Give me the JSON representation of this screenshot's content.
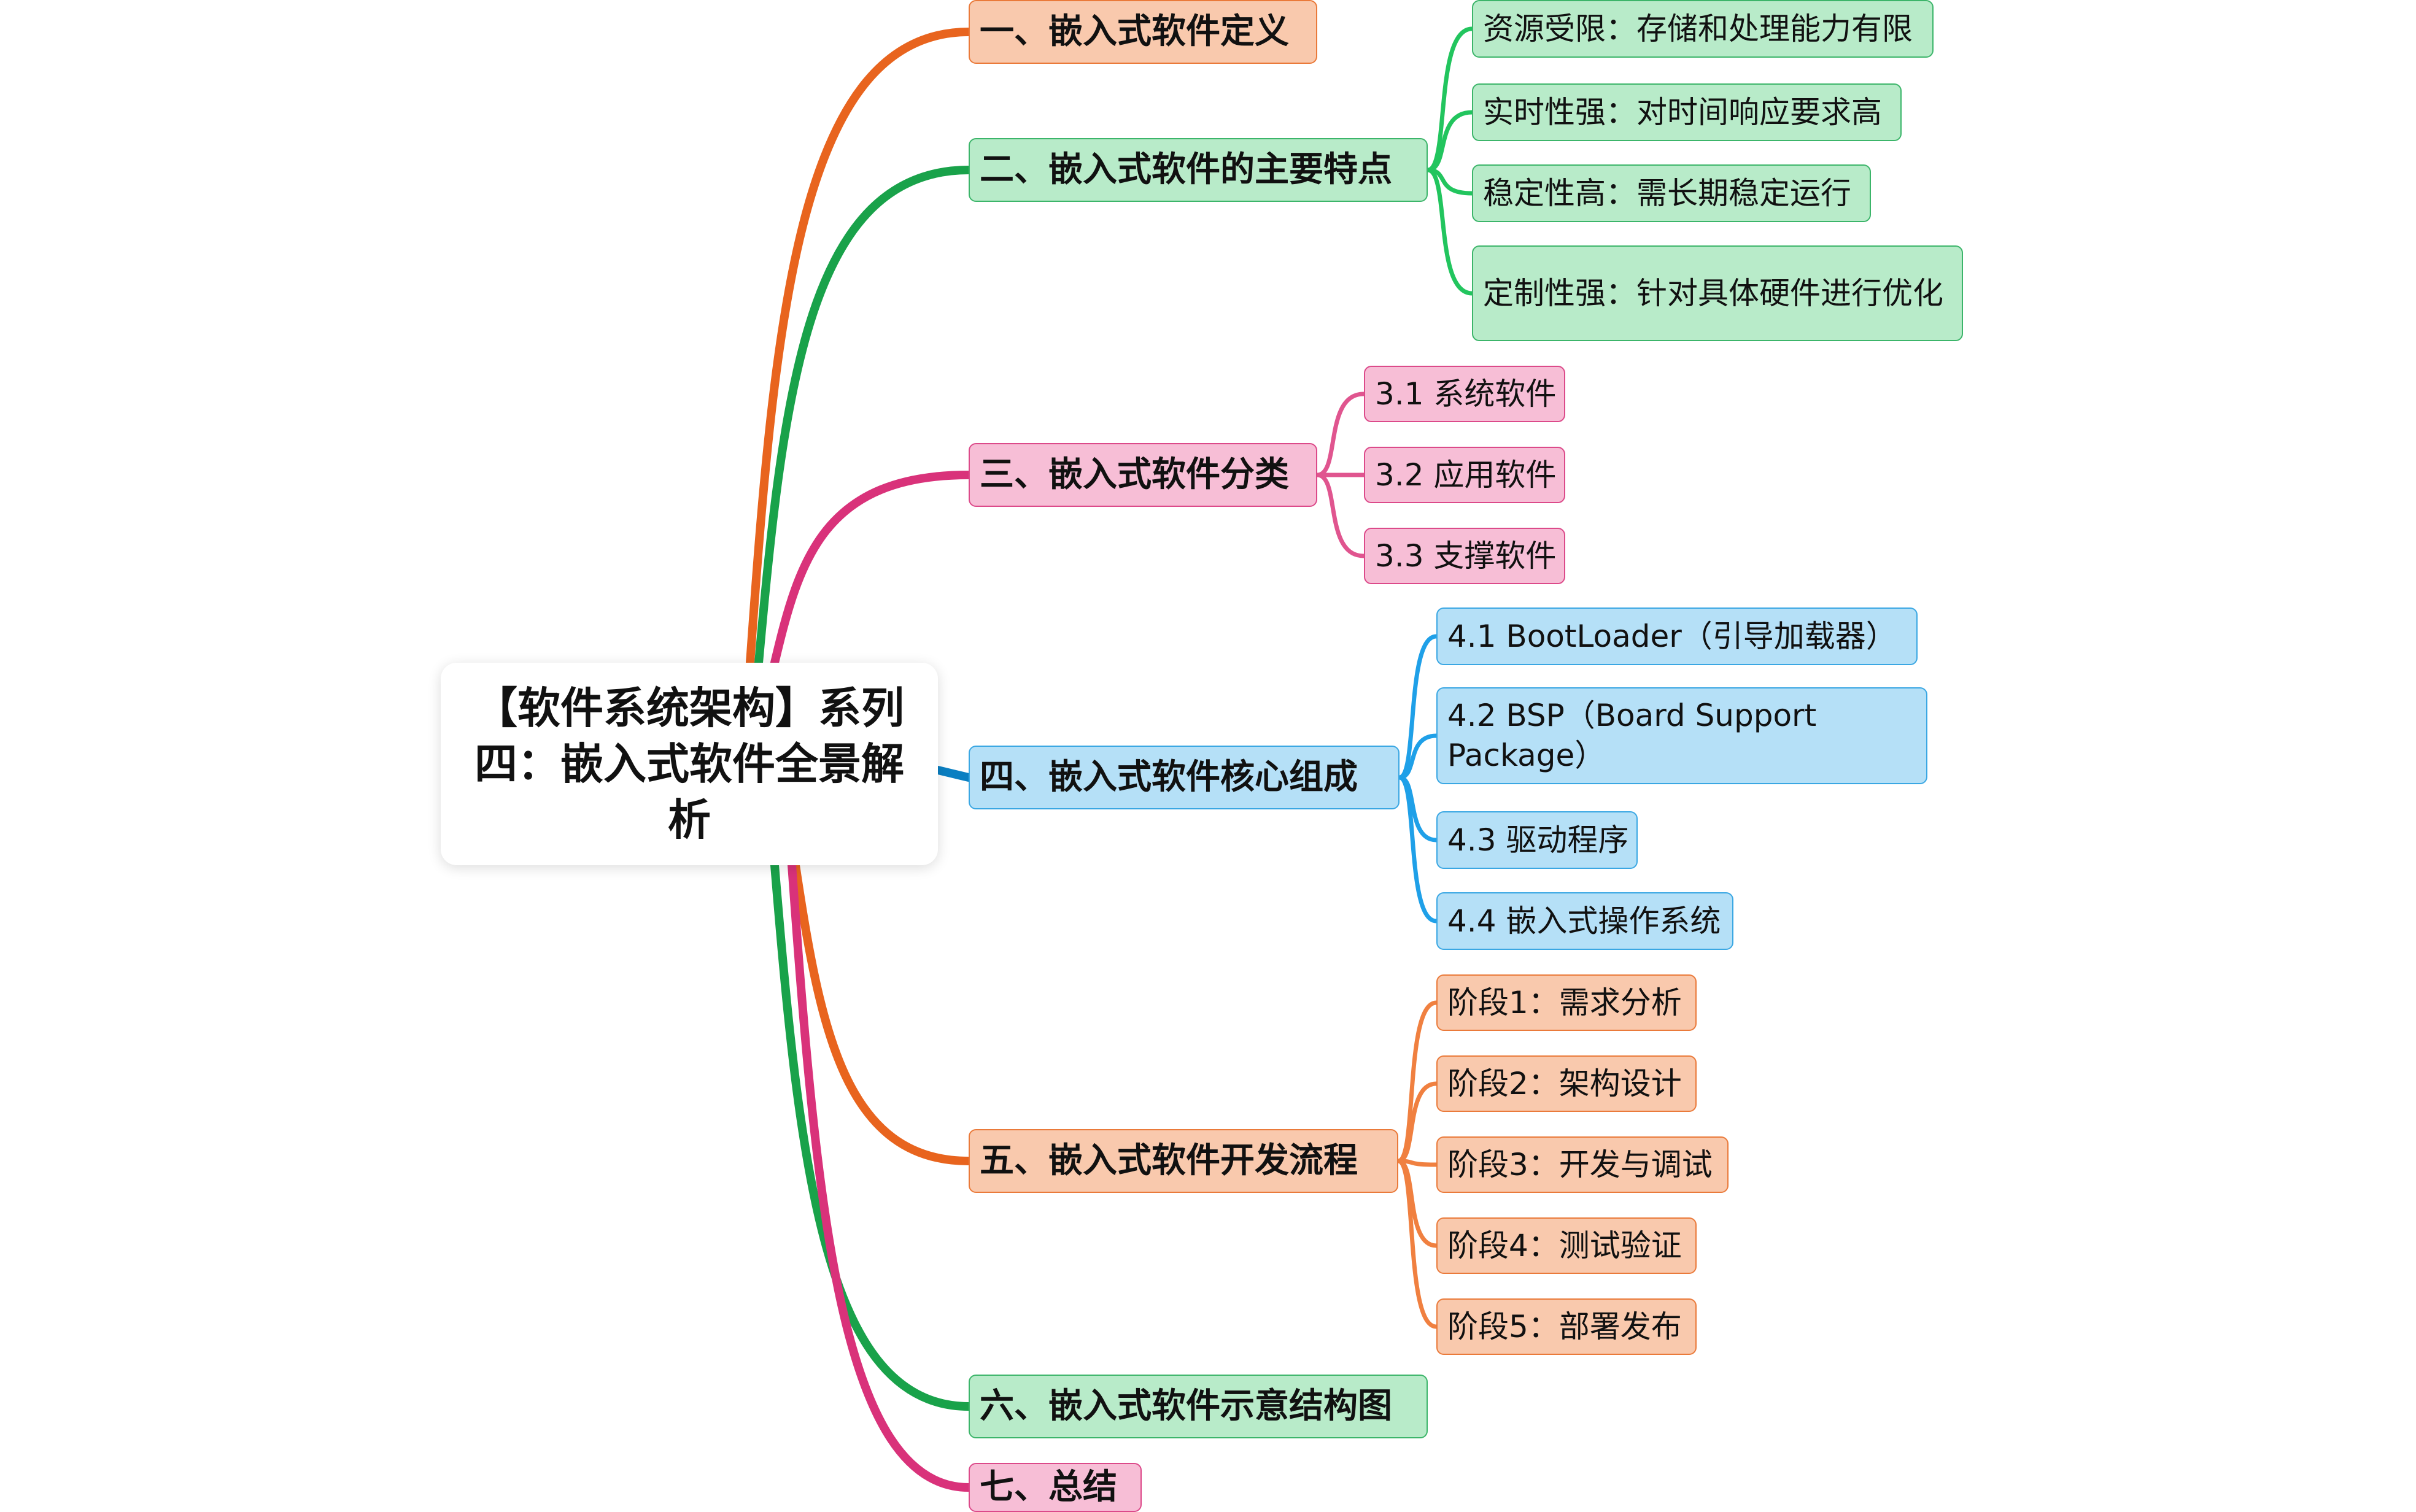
{
  "root": {
    "title": "【软件系统架构】系列四：嵌入式软件全景解析"
  },
  "branches": [
    {
      "label": "一、嵌入式软件定义",
      "color": "#e8641e",
      "fill": "#f9c9ad",
      "leaf_color": "#ea7a3a",
      "children": []
    },
    {
      "label": "二、嵌入式软件的主要特点",
      "color": "#19a24a",
      "fill": "#b8ebc9",
      "leaf_color": "#22c55e",
      "children": [
        {
          "label": "资源受限：存储和处理能力有限"
        },
        {
          "label": "实时性强：对时间响应要求高"
        },
        {
          "label": "稳定性高：需长期稳定运行"
        },
        {
          "label": "定制性强：针对具体硬件进行优化"
        }
      ]
    },
    {
      "label": "三、嵌入式软件分类",
      "color": "#d9327a",
      "fill": "#f7bed6",
      "leaf_color": "#e0558f",
      "children": [
        {
          "label": "3.1 系统软件"
        },
        {
          "label": "3.2 应用软件"
        },
        {
          "label": "3.3 支撑软件"
        }
      ]
    },
    {
      "label": "四、嵌入式软件核心组成",
      "color": "#0a7fc2",
      "fill": "#b5e0f7",
      "leaf_color": "#1fa0e8",
      "children": [
        {
          "label": "4.1 BootLoader（引导加载器）"
        },
        {
          "label": "4.2 BSP（Board Support Package）"
        },
        {
          "label": "4.3 驱动程序"
        },
        {
          "label": "4.4 嵌入式操作系统"
        }
      ]
    },
    {
      "label": "五、嵌入式软件开发流程",
      "color": "#e8641e",
      "fill": "#f9c9ad",
      "leaf_color": "#f08040",
      "children": [
        {
          "label": "阶段1：需求分析"
        },
        {
          "label": "阶段2：架构设计"
        },
        {
          "label": "阶段3：开发与调试"
        },
        {
          "label": "阶段4：测试验证"
        },
        {
          "label": "阶段5：部署发布"
        }
      ]
    },
    {
      "label": "六、嵌入式软件示意结构图",
      "color": "#19a24a",
      "fill": "#b8ebc9",
      "leaf_color": "#22c55e",
      "children": []
    },
    {
      "label": "七、总结",
      "color": "#d9327a",
      "fill": "#f7bed6",
      "leaf_color": "#e0558f",
      "children": []
    }
  ]
}
